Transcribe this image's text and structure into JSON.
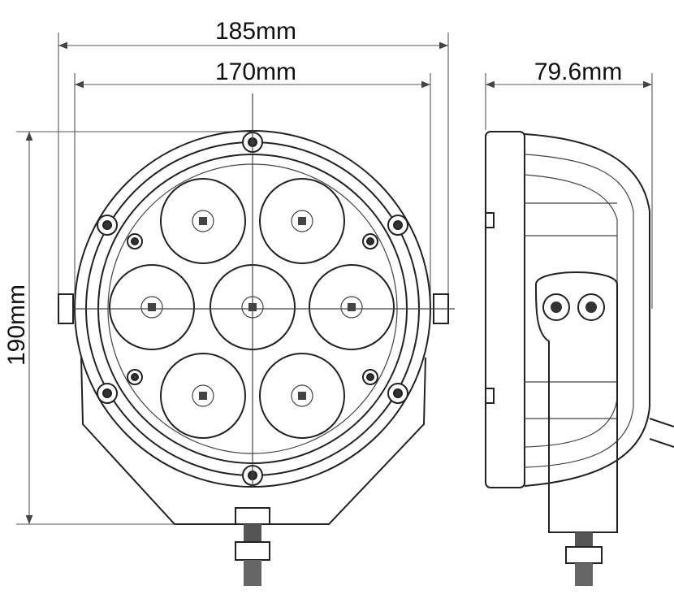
{
  "dimensions": {
    "overall_width": "185mm",
    "lens_width": "170mm",
    "depth": "79.6mm",
    "height": "190mm"
  }
}
